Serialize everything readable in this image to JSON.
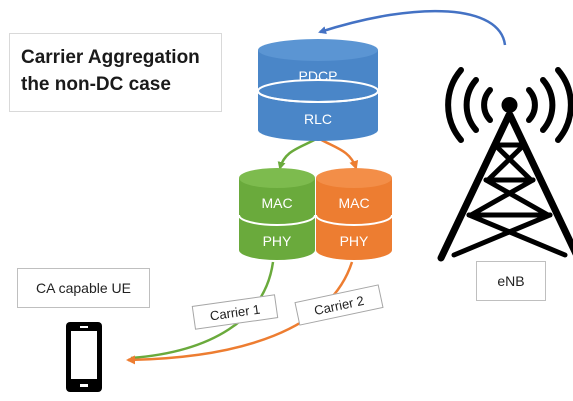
{
  "title": {
    "line1": "Carrier Aggregation",
    "line2": "the non-DC case"
  },
  "stack_main": {
    "top": "PDCP",
    "bottom": "RLC"
  },
  "stack_left": {
    "top": "MAC",
    "bottom": "PHY"
  },
  "stack_right": {
    "top": "MAC",
    "bottom": "PHY"
  },
  "labels": {
    "ue": "CA capable UE",
    "enb": "eNB",
    "carrier1": "Carrier 1",
    "carrier2": "Carrier 2"
  },
  "icons": {
    "tower": "cell-tower-icon",
    "phone": "smartphone-icon"
  },
  "colors": {
    "blue": "#4a86c8",
    "blue_top": "#5b95d3",
    "green": "#6aaa3c",
    "green_top": "#7dbb4e",
    "orange": "#ed7d31",
    "orange_top": "#f38e48",
    "arrow_blue": "#4472c4"
  }
}
